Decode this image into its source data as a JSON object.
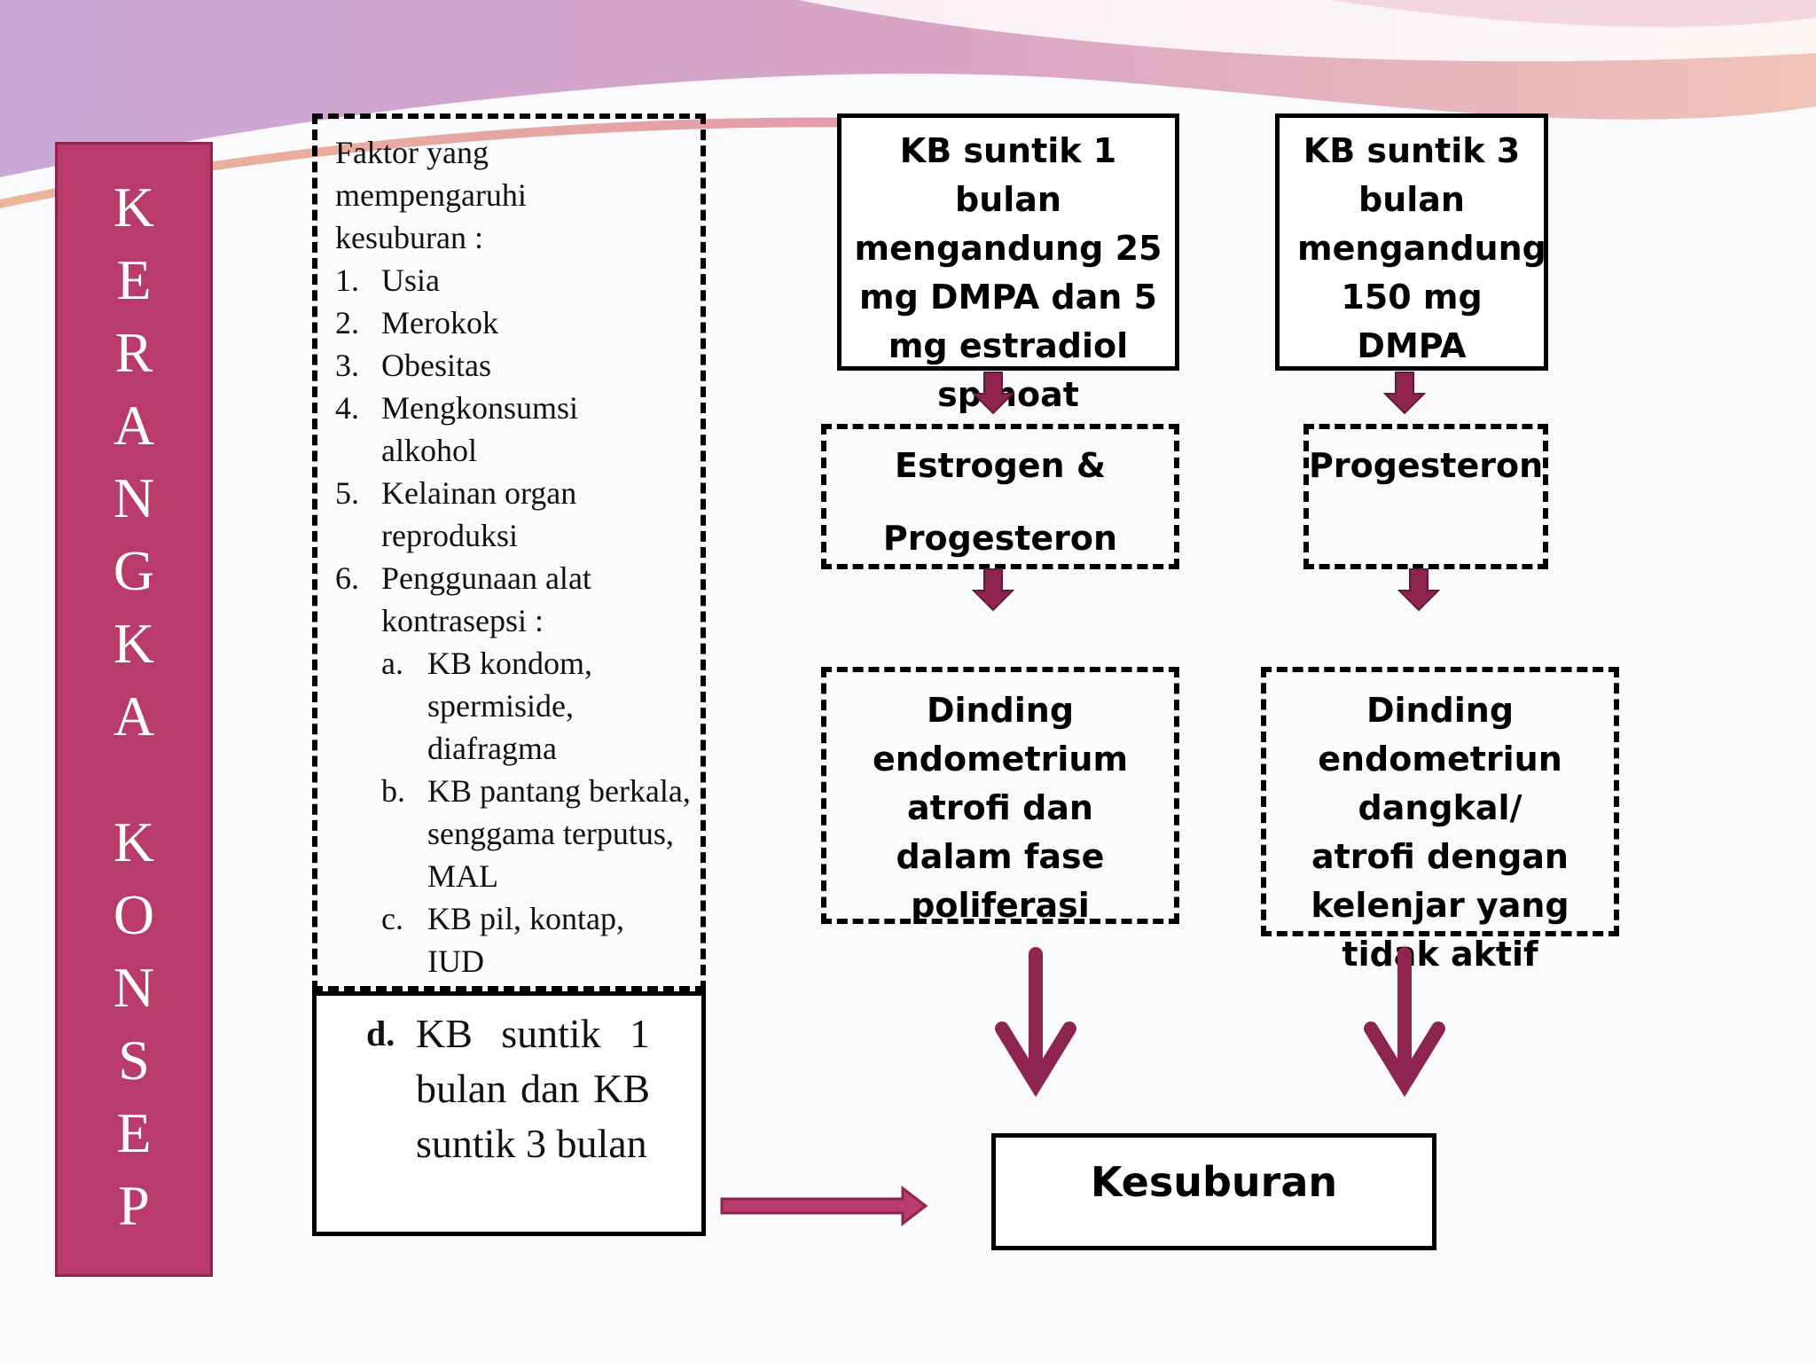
{
  "sidebar": {
    "word1": [
      "K",
      "E",
      "R",
      "A",
      "N",
      "G",
      "K",
      "A"
    ],
    "word2": [
      "K",
      "O",
      "N",
      "S",
      "E",
      "P"
    ]
  },
  "factors": {
    "title": "Faktor yang mempengaruhi kesuburan :",
    "items": [
      {
        "num": "1.",
        "text": "Usia"
      },
      {
        "num": "2.",
        "text": "Merokok"
      },
      {
        "num": "3.",
        "text": "Obesitas"
      },
      {
        "num": "4.",
        "text": "Mengkonsumsi alkohol"
      },
      {
        "num": "5.",
        "text": "Kelainan organ reproduksi"
      },
      {
        "num": "6.",
        "text": "Penggunaan alat kontrasepsi :"
      }
    ],
    "subitems": [
      {
        "letter": "a.",
        "text": "KB kondom, spermiside, diafragma"
      },
      {
        "letter": "b.",
        "text": "KB pantang berkala, senggama terputus, MAL"
      },
      {
        "letter": "c.",
        "text": "KB pil, kontap, IUD"
      }
    ]
  },
  "d_box": {
    "letter": "d.",
    "text": "KB suntik 1 bulan dan KB suntik 3 bulan"
  },
  "kb1": {
    "text": "KB suntik 1 bulan mengandung 25 mg DMPA dan 5 mg estradiol spinoat"
  },
  "kb3": {
    "text": "KB suntik 3 bulan mengandung 150 mg DMPA"
  },
  "hormone1": {
    "line1": "Estrogen &",
    "line2": "Progesteron"
  },
  "hormone2": {
    "text": "Progesteron"
  },
  "dinding1": {
    "text": "Dinding endometrium atrofi dan dalam fase poliferasi"
  },
  "dinding2": {
    "text": "Dinding endometriun dangkal/ atrofi dengan kelenjar yang tidak aktif"
  },
  "result": {
    "text": "Kesuburan"
  },
  "colors": {
    "accent": "#b83b6a",
    "arrow": "#8e2450"
  }
}
